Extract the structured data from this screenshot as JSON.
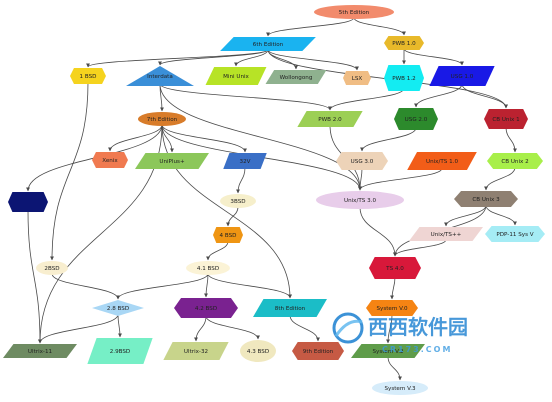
{
  "graph": {
    "nodes": [
      {
        "id": "5th_edition_top",
        "label": "5th Edition",
        "color": "#f28b6c"
      },
      {
        "id": "6th_edition",
        "label": "6th Edition",
        "color": "#1ab3f0"
      },
      {
        "id": "pwb_1_0",
        "label": "PWB 1.0",
        "color": "#e8b92a"
      },
      {
        "id": "bsd_1",
        "label": "1 BSD",
        "color": "#f5d31e"
      },
      {
        "id": "interdata",
        "label": "Interdata",
        "color": "#3a8fd8"
      },
      {
        "id": "mini_unix",
        "label": "Mini Unix",
        "color": "#b7e326"
      },
      {
        "id": "wollongong",
        "label": "Wollongong",
        "color": "#8fb18f"
      },
      {
        "id": "lsx",
        "label": "LSX",
        "color": "#f0bd84"
      },
      {
        "id": "pwb_1_2",
        "label": "PWB 1.2",
        "color": "#13ecf2"
      },
      {
        "id": "usg_1_0",
        "label": "USG 1.0",
        "color": "#1919e6"
      },
      {
        "id": "edition_7",
        "label": "7th Edition",
        "color": "#d87c2a"
      },
      {
        "id": "pwb_2_0",
        "label": "PWB 2.0",
        "color": "#9ccf55"
      },
      {
        "id": "usg_2_0",
        "label": "USG 2.0",
        "color": "#2c8a2c"
      },
      {
        "id": "cb_unix_1",
        "label": "CB Unix 1",
        "color": "#bb2230"
      },
      {
        "id": "xenix",
        "label": "Xenix",
        "color": "#f07a50"
      },
      {
        "id": "uniplus",
        "label": "UniPlus+",
        "color": "#8cc75a"
      },
      {
        "id": "v32",
        "label": "32V",
        "color": "#3a6fc6"
      },
      {
        "id": "usg_3_0",
        "label": "USG 3.0",
        "color": "#edd3b8"
      },
      {
        "id": "unix_ts_1_0",
        "label": "Unix/TS 1.0",
        "color": "#f25d18"
      },
      {
        "id": "cb_unix_2",
        "label": "CB Unix 2",
        "color": "#a8ef4a"
      },
      {
        "id": "navy_node",
        "label": "",
        "color": "#0c1573"
      },
      {
        "id": "bsd_3",
        "label": "3BSD",
        "color": "#f6efcb"
      },
      {
        "id": "unix_ts_3_0",
        "label": "Unix/TS 3.0",
        "color": "#e8cdea"
      },
      {
        "id": "cb_unix_3",
        "label": "CB Unix 3",
        "color": "#8f8072"
      },
      {
        "id": "bsd_4",
        "label": "4 BSD",
        "color": "#ef9513"
      },
      {
        "id": "unix_ts_pp",
        "label": "Unix/TS++",
        "color": "#efd5d3"
      },
      {
        "id": "pdp11_sys_v",
        "label": "PDP-11 Sys V",
        "color": "#a5ecf5"
      },
      {
        "id": "bsd_2",
        "label": "2BSD",
        "color": "#f8eecf"
      },
      {
        "id": "bsd_4_1",
        "label": "4.1 BSD",
        "color": "#fbf3d6"
      },
      {
        "id": "ts_4_0",
        "label": "TS 4.0",
        "color": "#d8183a"
      },
      {
        "id": "bsd_2_8",
        "label": "2.8 BSD",
        "color": "#a9d7f5"
      },
      {
        "id": "bsd_4_2",
        "label": "4.2 BSD",
        "color": "#7a2290"
      },
      {
        "id": "edition_8",
        "label": "8th Edition",
        "color": "#1bbdc7"
      },
      {
        "id": "system_v_0",
        "label": "System V.0",
        "color": "#f58413"
      },
      {
        "id": "ultrix_11",
        "label": "Ultrix-11",
        "color": "#6e8b62"
      },
      {
        "id": "bsd_2_9",
        "label": "2.9BSD",
        "color": "#76efc6"
      },
      {
        "id": "ultrix_32",
        "label": "Ultrix-32",
        "color": "#c8d48b"
      },
      {
        "id": "bsd_4_3",
        "label": "4.3 BSD",
        "color": "#f0e8bf"
      },
      {
        "id": "edition_9",
        "label": "9th Edition",
        "color": "#c65a44"
      },
      {
        "id": "system_v_2",
        "label": "System V.2",
        "color": "#5f9c4a"
      },
      {
        "id": "system_v_3",
        "label": "System V.3",
        "color": "#d6ecfa"
      }
    ],
    "edges": [
      [
        "5th_edition_top",
        "6th_edition"
      ],
      [
        "5th_edition_top",
        "pwb_1_0"
      ],
      [
        "6th_edition",
        "bsd_1"
      ],
      [
        "6th_edition",
        "interdata"
      ],
      [
        "6th_edition",
        "mini_unix"
      ],
      [
        "6th_edition",
        "wollongong"
      ],
      [
        "6th_edition",
        "lsx"
      ],
      [
        "6th_edition",
        "cb_unix_1"
      ],
      [
        "pwb_1_0",
        "pwb_1_2"
      ],
      [
        "pwb_1_0",
        "usg_1_0"
      ],
      [
        "pwb_1_2",
        "pwb_2_0"
      ],
      [
        "interdata",
        "edition_7"
      ],
      [
        "interdata",
        "pwb_2_0"
      ],
      [
        "interdata",
        "unix_ts_3_0"
      ],
      [
        "usg_1_0",
        "usg_2_0"
      ],
      [
        "usg_1_0",
        "cb_unix_1"
      ],
      [
        "edition_7",
        "xenix"
      ],
      [
        "edition_7",
        "uniplus"
      ],
      [
        "edition_7",
        "v32"
      ],
      [
        "edition_7",
        "navy_node"
      ],
      [
        "edition_7",
        "ultrix_11"
      ],
      [
        "edition_7",
        "edition_8"
      ],
      [
        "edition_7",
        "unix_ts_3_0"
      ],
      [
        "pwb_2_0",
        "unix_ts_3_0"
      ],
      [
        "usg_2_0",
        "usg_3_0"
      ],
      [
        "cb_unix_1",
        "cb_unix_2"
      ],
      [
        "usg_3_0",
        "unix_ts_3_0"
      ],
      [
        "unix_ts_1_0",
        "unix_ts_3_0"
      ],
      [
        "cb_unix_2",
        "cb_unix_3"
      ],
      [
        "v32",
        "bsd_3"
      ],
      [
        "bsd_3",
        "bsd_4"
      ],
      [
        "bsd_4",
        "bsd_4_1"
      ],
      [
        "bsd_1",
        "bsd_2"
      ],
      [
        "bsd_2",
        "bsd_2_8"
      ],
      [
        "navy_node",
        "ultrix_11"
      ],
      [
        "unix_ts_3_0",
        "ts_4_0"
      ],
      [
        "cb_unix_3",
        "unix_ts_pp"
      ],
      [
        "cb_unix_3",
        "pdp11_sys_v"
      ],
      [
        "cb_unix_3",
        "ts_4_0"
      ],
      [
        "unix_ts_pp",
        "ts_4_0"
      ],
      [
        "bsd_4_1",
        "bsd_2_8"
      ],
      [
        "bsd_4_1",
        "bsd_4_2"
      ],
      [
        "bsd_4_1",
        "edition_8"
      ],
      [
        "ts_4_0",
        "system_v_0"
      ],
      [
        "bsd_2_8",
        "ultrix_11"
      ],
      [
        "bsd_2_8",
        "bsd_2_9"
      ],
      [
        "bsd_4_2",
        "ultrix_32"
      ],
      [
        "bsd_4_2",
        "bsd_4_3"
      ],
      [
        "edition_8",
        "edition_9"
      ],
      [
        "system_v_0",
        "system_v_2"
      ],
      [
        "system_v_2",
        "system_v_3"
      ]
    ]
  },
  "watermark": {
    "brand_text": "西西软件园",
    "domain_text": "CR173.COM",
    "accent": "#1a7fd0"
  }
}
